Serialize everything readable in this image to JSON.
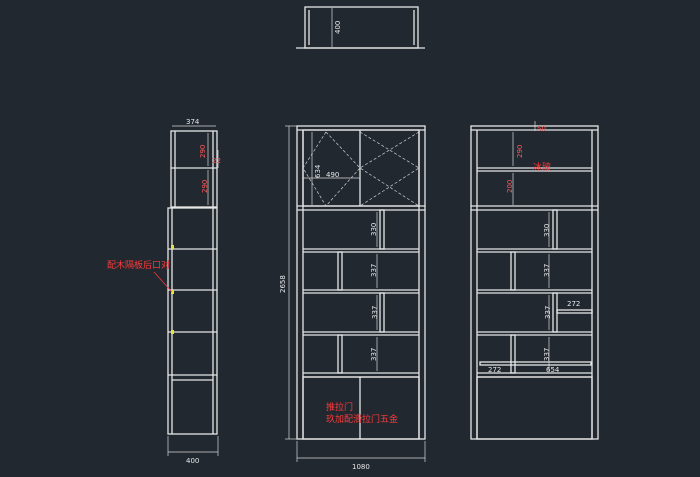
{
  "top_view": {
    "depth_dim": "400"
  },
  "side_view": {
    "top_width": "374",
    "dim_290_a": "290",
    "dim_22": "22",
    "dim_290_b": "290",
    "bottom_width": "400",
    "note": "配木隔板后口对"
  },
  "front_view": {
    "dim_634": "634",
    "dim_490": "490",
    "height": "2658",
    "dim_330": "330",
    "dim_337_a": "337",
    "dim_337_b": "337",
    "dim_337_c": "337",
    "door_note_1": "推拉门",
    "door_note_2": "玖加配滑拉门五金",
    "width": "1080"
  },
  "back_view": {
    "dim_50": "50",
    "dim_290": "290",
    "glass_note": "冰玻",
    "dim_200": "200",
    "dim_330": "330",
    "dim_337_a": "337",
    "dim_337_b": "337",
    "dim_272_right": "272",
    "dim_337_c": "337",
    "dim_272_left": "272",
    "dim_654": "654"
  },
  "colors": {
    "background": "#212830",
    "line": "#e6e6e6",
    "annotation": "#ff3a3a",
    "marker": "#e8e23a"
  }
}
